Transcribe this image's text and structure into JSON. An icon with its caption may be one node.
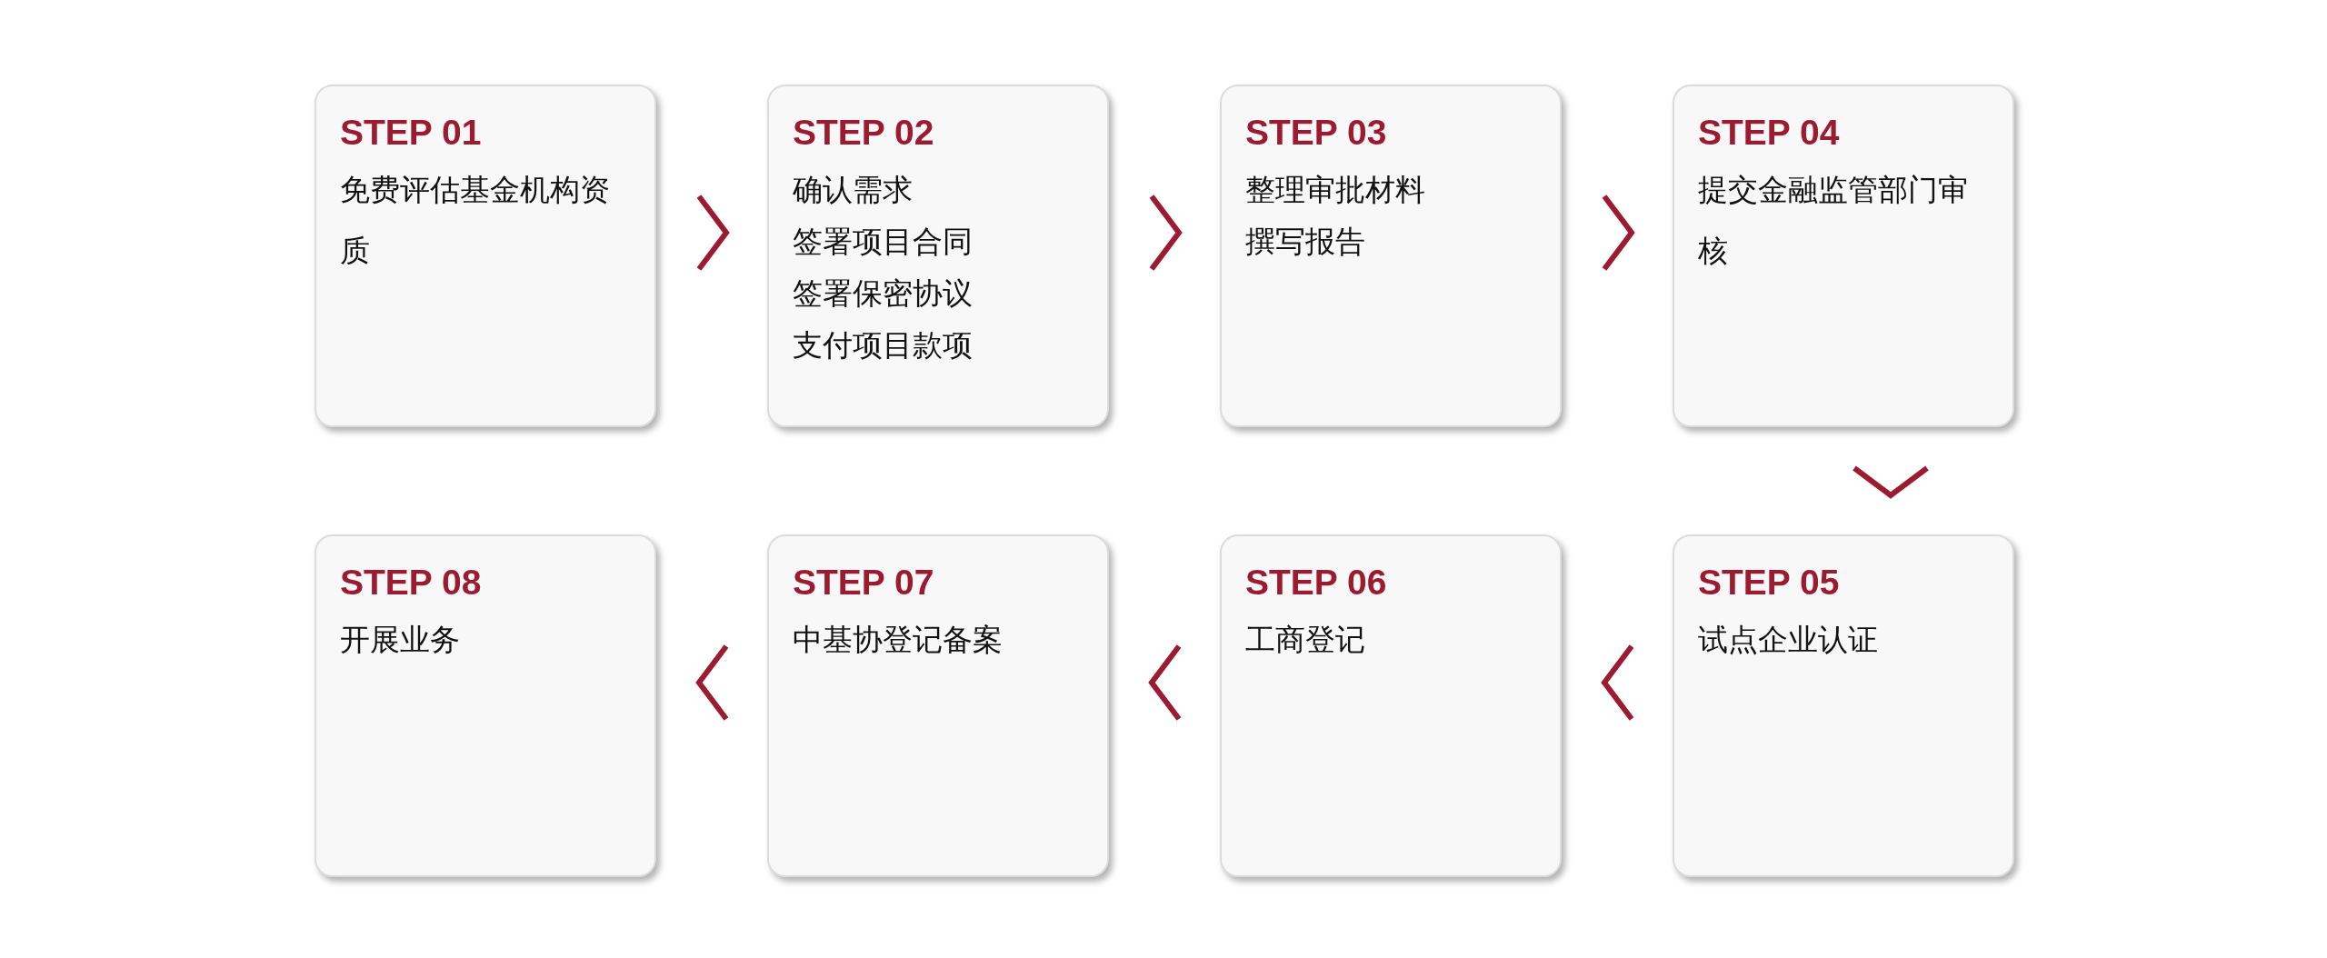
{
  "diagram": {
    "nodes": [
      {
        "text": [
          "STEP 01",
          "免费评估基金机构资质"
        ]
      },
      {
        "text": [
          "STEP 02",
          "确认需求",
          "签署项目合同",
          "签署保密协议",
          "支付项目款项"
        ]
      },
      {
        "text": [
          "STEP 03",
          "整理审批材料",
          "撰写报告"
        ]
      },
      {
        "text": [
          "STEP 04",
          "提交金融监管部门审核"
        ]
      },
      {
        "text": [
          "STEP 05",
          "试点企业认证"
        ]
      },
      {
        "text": [
          "STEP 06",
          "工商登记"
        ]
      },
      {
        "text": [
          "STEP 07",
          "中基协登记备案"
        ]
      },
      {
        "text": [
          "STEP 08",
          "开展业务"
        ]
      }
    ],
    "edges": [
      {
        "from": 0,
        "to": 1,
        "arrow": "to"
      },
      {
        "from": 1,
        "to": 2,
        "arrow": "to"
      },
      {
        "from": 2,
        "to": 3,
        "arrow": "to"
      },
      {
        "from": 3,
        "to": 4,
        "arrow": "to"
      },
      {
        "from": 4,
        "to": 5,
        "arrow": "to"
      },
      {
        "from": 5,
        "to": 6,
        "arrow": "to"
      },
      {
        "from": 6,
        "to": 7,
        "arrow": "to"
      }
    ]
  }
}
